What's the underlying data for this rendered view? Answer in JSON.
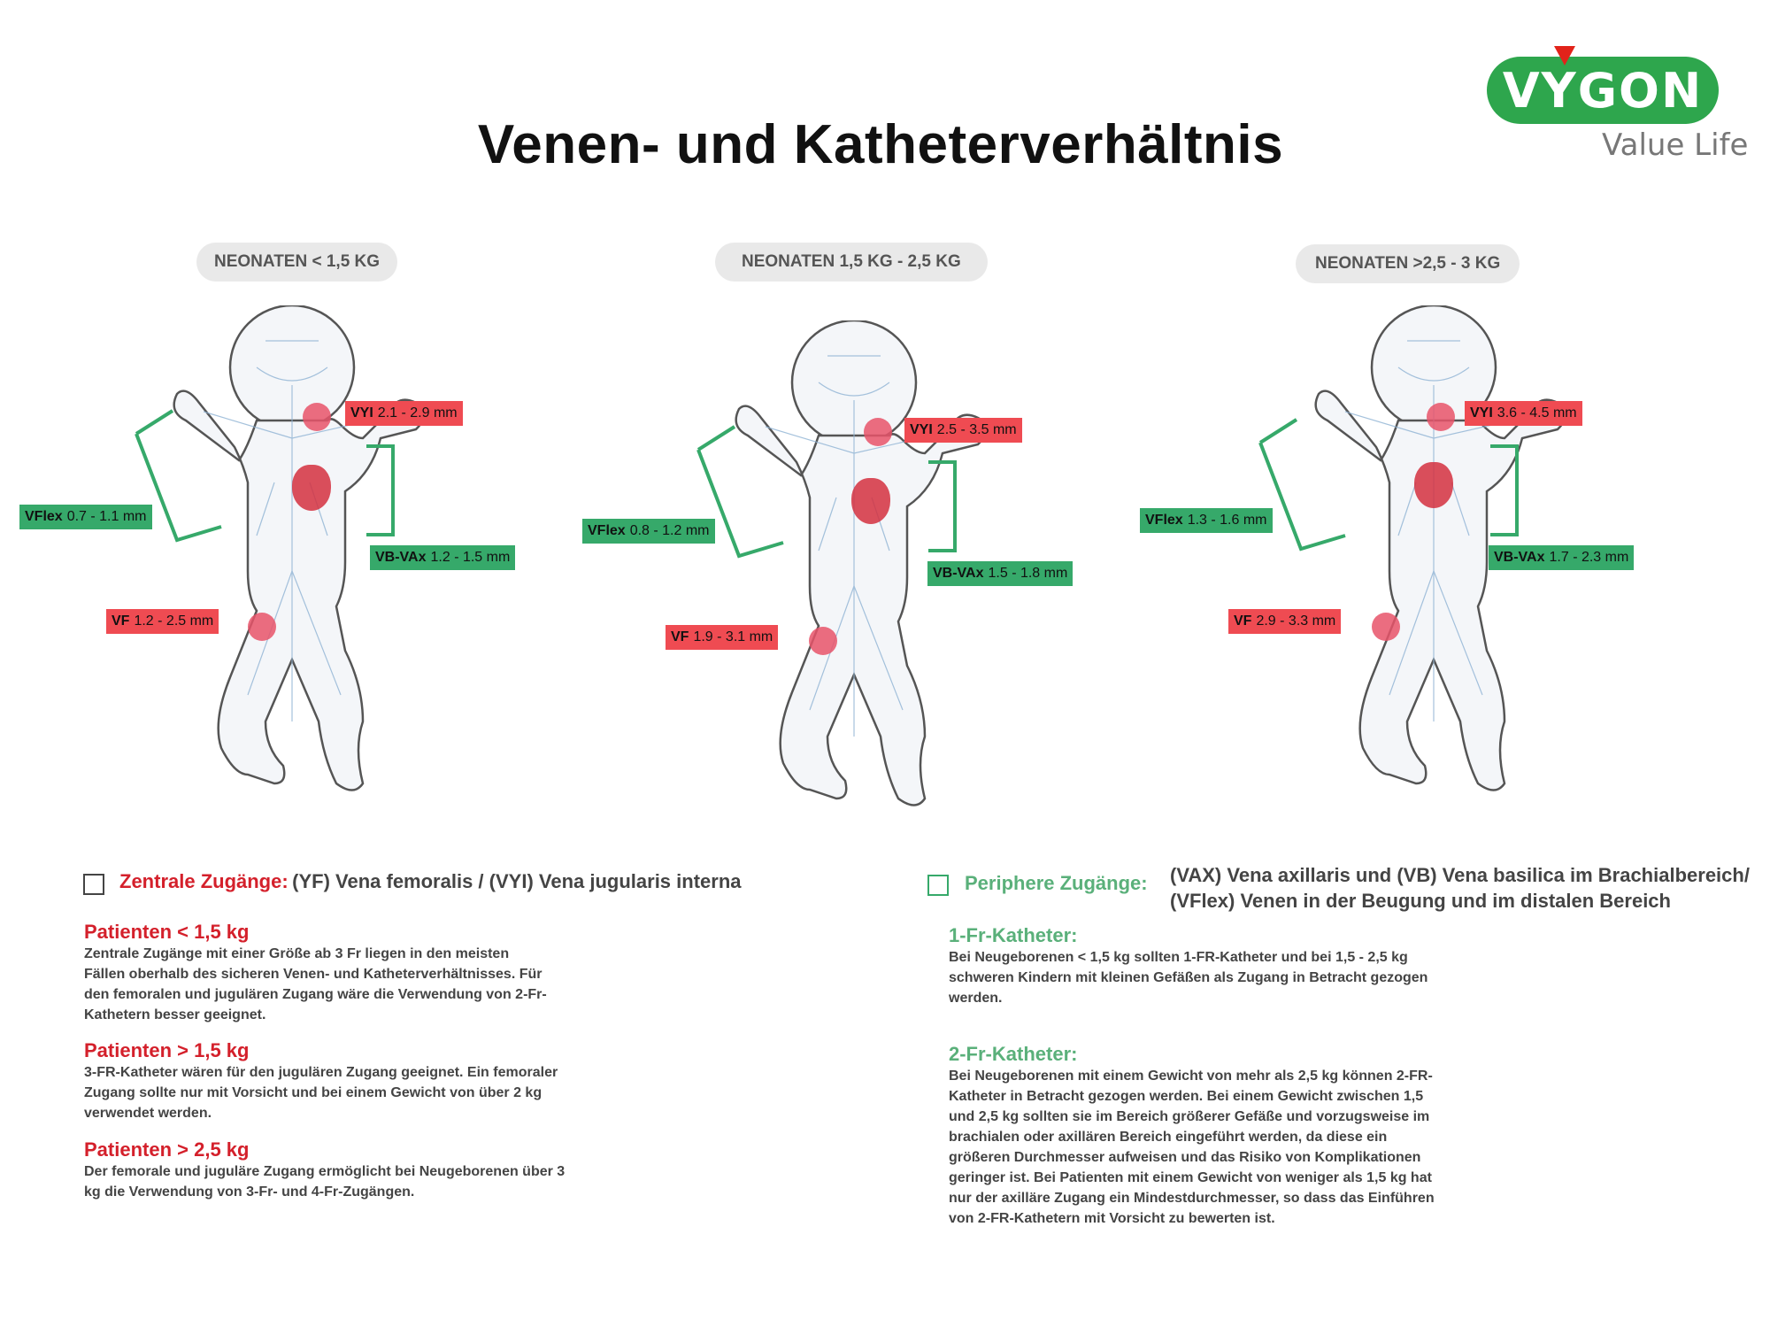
{
  "title": "Venen- und Katheterverhältnis",
  "logo": {
    "word": "VYGON",
    "tagline": "Value Life"
  },
  "colors": {
    "red": "#ef4b52",
    "green": "#36a96a",
    "brand_green": "#2ea64d",
    "heading_red": "#d4202b"
  },
  "groups": [
    {
      "label": "NEONATEN < 1,5 KG",
      "vyi": {
        "name": "VYI",
        "value": "2.1 - 2.9 mm"
      },
      "vflex": {
        "name": "VFlex",
        "value": "0.7 - 1.1 mm"
      },
      "vbvax": {
        "name": "VB-VAx",
        "value": "1.2 - 1.5 mm"
      },
      "vf": {
        "name": "VF",
        "value": "1.2 - 2.5 mm"
      }
    },
    {
      "label": "NEONATEN  1,5 KG - 2,5 KG",
      "vyi": {
        "name": "VYI",
        "value": "2.5 - 3.5 mm"
      },
      "vflex": {
        "name": "VFlex",
        "value": "0.8 - 1.2 mm"
      },
      "vbvax": {
        "name": "VB-VAx",
        "value": "1.5 - 1.8 mm"
      },
      "vf": {
        "name": "VF",
        "value": "1.9 - 3.1 mm"
      }
    },
    {
      "label": "NEONATEN  >2,5 - 3 KG",
      "vyi": {
        "name": "VYI",
        "value": "3.6 - 4.5 mm"
      },
      "vflex": {
        "name": "VFlex",
        "value": "1.3 - 1.6 mm"
      },
      "vbvax": {
        "name": "VB-VAx",
        "value": "1.7 - 2.3 mm"
      },
      "vf": {
        "name": "VF",
        "value": "2.9 - 3.3 mm"
      }
    }
  ],
  "central": {
    "heading": "Zentrale Zugänge:",
    "desc": "(YF) Vena femoralis / (VYI) Vena jugularis interna",
    "sections": [
      {
        "title": "Patienten < 1,5 kg",
        "text": "Zentrale Zugänge mit einer Größe ab 3 Fr liegen in den meisten Fällen oberhalb des sicheren Venen- und Katheterverhältnisses. Für den femoralen und jugulären Zugang wäre die Verwendung von 2-Fr-Kathetern besser geeignet."
      },
      {
        "title": "Patienten > 1,5 kg",
        "text": "3-FR-Katheter wären für den jugulären Zugang geeignet. Ein femoraler Zugang sollte nur mit Vorsicht und bei einem Gewicht von über 2 kg verwendet werden."
      },
      {
        "title": "Patienten > 2,5 kg",
        "text": "Der femorale und juguläre Zugang ermöglicht bei Neugeborenen über 3 kg die Verwendung von 3-Fr- und 4-Fr-Zugängen."
      }
    ]
  },
  "peripheral": {
    "heading": "Periphere Zugänge:",
    "desc_line1": "(VAX) Vena axillaris und (VB) Vena basilica im Brachialbereich/",
    "desc_line2": "(VFlex) Venen in der Beugung und im distalen Bereich",
    "sections": [
      {
        "title": "1-Fr-Katheter:",
        "text": "Bei Neugeborenen < 1,5 kg sollten 1-FR-Katheter und bei 1,5 - 2,5 kg schweren Kindern mit kleinen Gefäßen als Zugang in Betracht gezogen werden."
      },
      {
        "title": "2-Fr-Katheter:",
        "text": "Bei Neugeborenen mit einem Gewicht von mehr als 2,5 kg können 2-FR-Katheter in Betracht gezogen werden. Bei einem Gewicht zwischen 1,5 und 2,5 kg sollten sie im Bereich größerer Gefäße und vorzugsweise im brachialen oder axillären Bereich eingeführt werden, da diese ein größeren Durchmesser aufweisen und das Risiko von Komplikationen geringer ist. Bei Patienten mit einem Gewicht von weniger als 1,5 kg hat nur der axilläre Zugang ein Mindestdurchmesser, so dass das Einführen von 2-FR-Kathetern mit Vorsicht zu bewerten ist."
      }
    ]
  }
}
